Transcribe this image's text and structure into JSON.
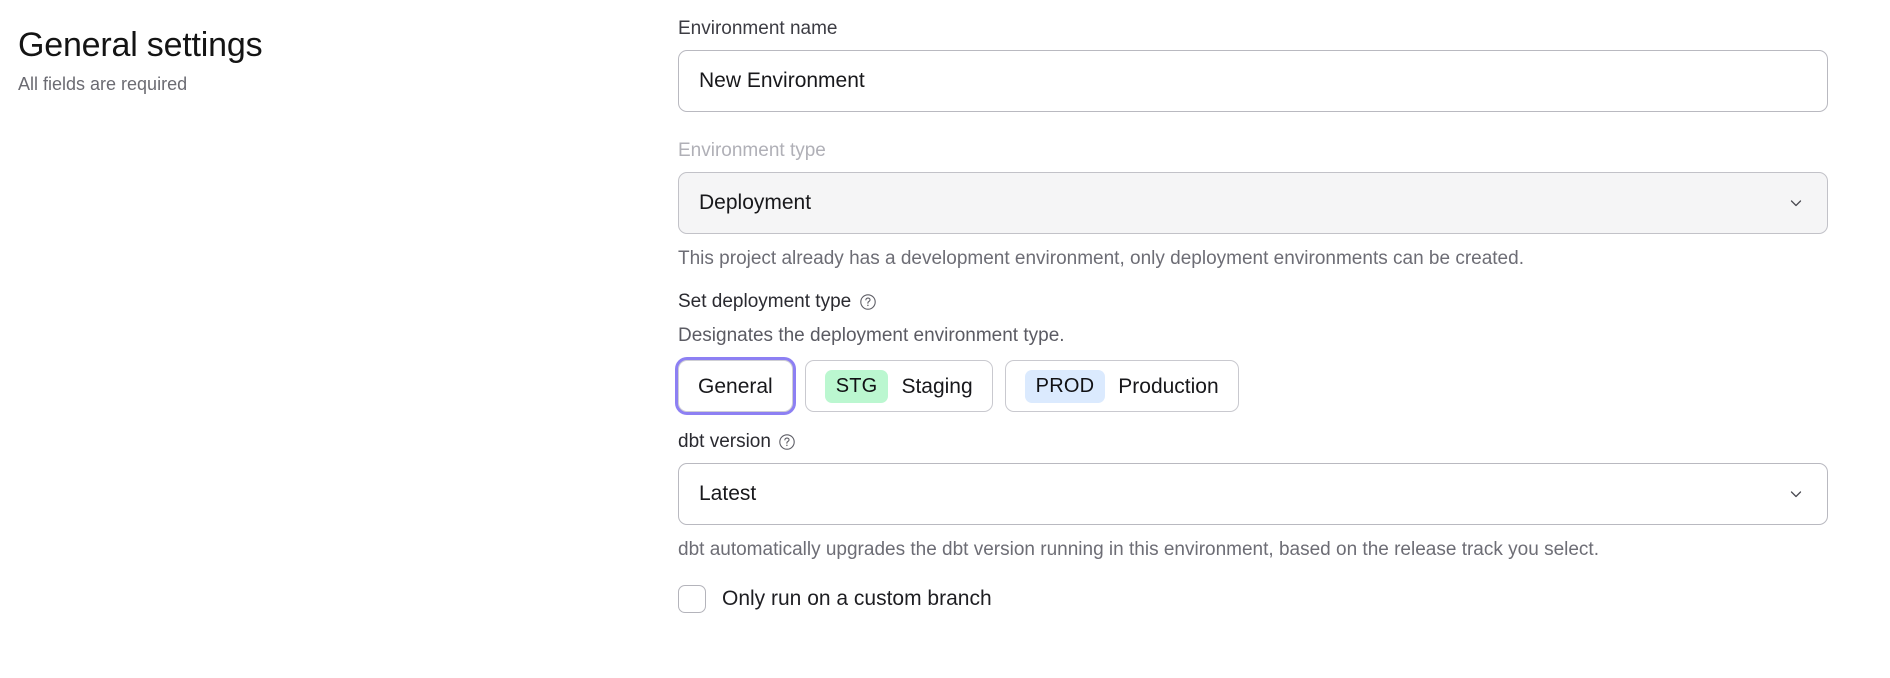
{
  "header": {
    "title": "General settings",
    "subtitle": "All fields are required"
  },
  "form": {
    "environment_name": {
      "label": "Environment name",
      "value": "New Environment",
      "placeholder": "Environment name"
    },
    "environment_type": {
      "label": "Environment type",
      "value": "Deployment",
      "disabled": true,
      "helper_text": "This project already has a development environment, only deployment environments can be created.",
      "chevron_icon": "chevron-down-icon"
    },
    "deployment_type": {
      "label": "Set deployment type",
      "help_icon": "question-circle-icon",
      "description": "Designates the deployment environment type.",
      "options": [
        {
          "tag": "",
          "label": "General",
          "selected": true,
          "tag_color": ""
        },
        {
          "tag": "STG",
          "label": "Staging",
          "selected": false,
          "tag_color": "#BBF7D0"
        },
        {
          "tag": "PROD",
          "label": "Production",
          "selected": false,
          "tag_color": "#DBEAFE"
        }
      ]
    },
    "dbt_version": {
      "label": "dbt version",
      "help_icon": "question-circle-icon",
      "value": "Latest",
      "helper_text": "dbt automatically upgrades the dbt version running in this environment, based on the release track you select.",
      "chevron_icon": "chevron-down-icon"
    },
    "custom_branch": {
      "label": "Only run on a custom branch",
      "checked": false
    }
  },
  "colors": {
    "focus_ring": "#8D80F3",
    "staging_badge": "#BBF7D0",
    "production_badge": "#DBEAFE",
    "disabled_label": "#B0B0B7",
    "disabled_field_bg": "#F5F5F6"
  }
}
